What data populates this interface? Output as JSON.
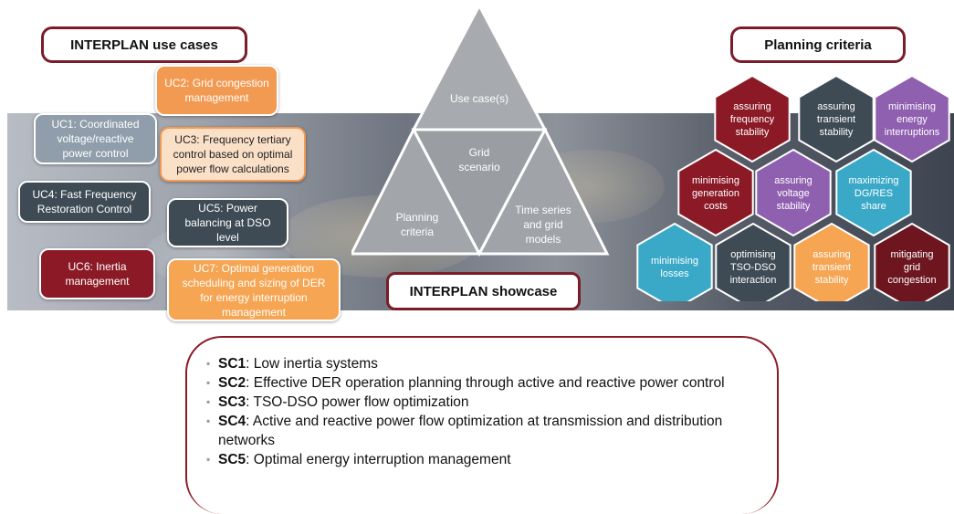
{
  "headers": {
    "use_cases": "INTERPLAN use cases",
    "planning_criteria": "Planning criteria",
    "showcase": "INTERPLAN showcase"
  },
  "use_cases": {
    "uc1": "UC1: Coordinated voltage/reactive power control",
    "uc2": "UC2: Grid congestion management",
    "uc3": "UC3: Frequency tertiary control based on optimal power flow calculations",
    "uc4": "UC4: Fast Frequency Restoration Control",
    "uc5": "UC5: Power balancing at DSO level",
    "uc6": "UC6: Inertia management",
    "uc7": "UC7: Optimal generation scheduling and sizing of DER for energy interruption management"
  },
  "triangle": {
    "top": "Use case(s)",
    "center": "Grid scenario",
    "left": "Planning criteria",
    "right": "Time series and grid models"
  },
  "hexagons": [
    {
      "label": "assuring frequency stability",
      "color": "#8b1a26"
    },
    {
      "label": "assuring transient stability",
      "color": "#3e4b55"
    },
    {
      "label": "minimising energy interruptions",
      "color": "#8f5fb0"
    },
    {
      "label": "minimising generation costs",
      "color": "#8b1a26"
    },
    {
      "label": "assuring voltage stability",
      "color": "#8f5fb0"
    },
    {
      "label": "maximizing DG/RES share",
      "color": "#3aa9c8"
    },
    {
      "label": "minimising losses",
      "color": "#3aa9c8"
    },
    {
      "label": "optimising TSO-DSO interaction",
      "color": "#3e4b55"
    },
    {
      "label": "assuring transient stability",
      "color": "#f6a553"
    },
    {
      "label": "mitigating grid congestion",
      "color": "#6d1620"
    }
  ],
  "showcases": [
    {
      "code": "SC1",
      "text": ": Low inertia systems"
    },
    {
      "code": "SC2",
      "text": ": Effective DER operation planning through active and reactive power control"
    },
    {
      "code": "SC3",
      "text": ": TSO-DSO power flow optimization"
    },
    {
      "code": "SC4",
      "text": ": Active and reactive power flow optimization at transmission and distribution networks"
    },
    {
      "code": "SC5",
      "text": ": Optimal energy interruption management"
    }
  ]
}
